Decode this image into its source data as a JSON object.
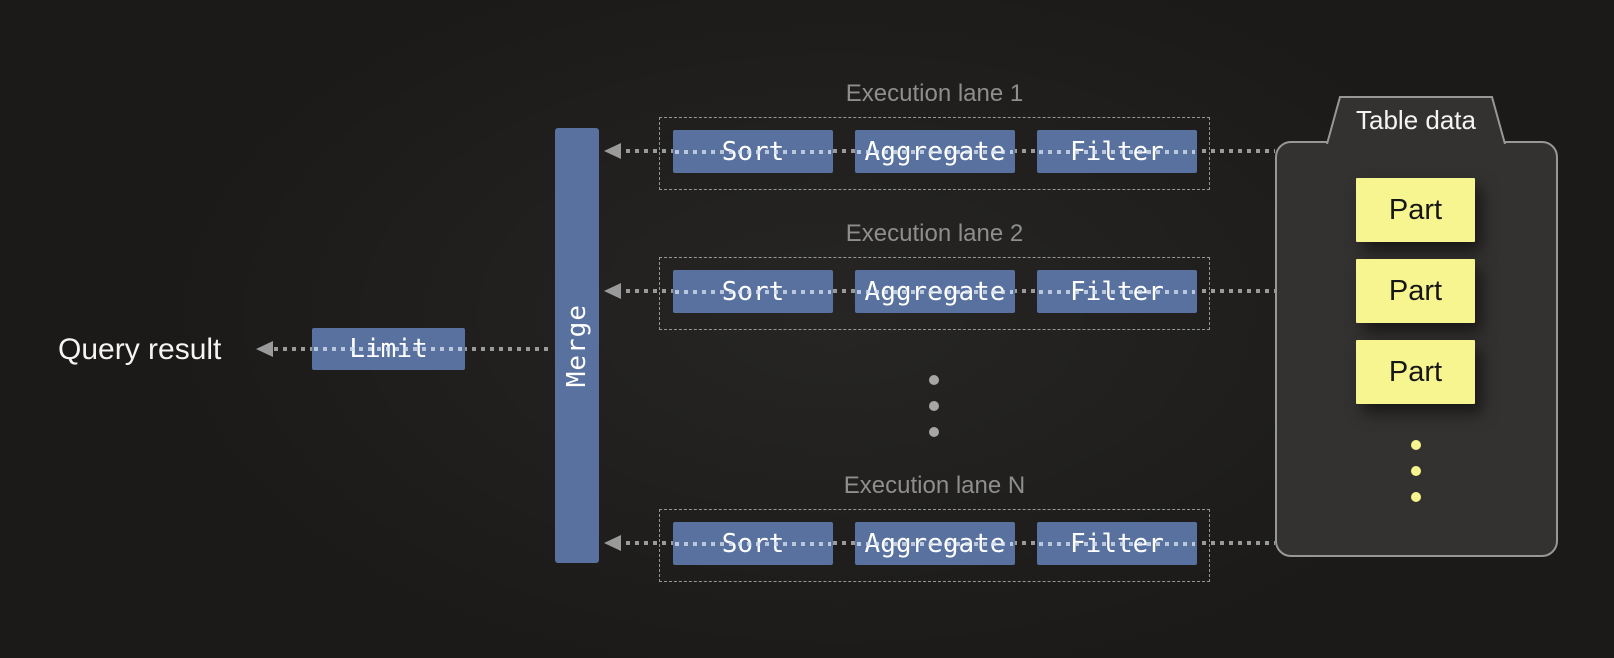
{
  "colors": {
    "bg": "#1b1a18",
    "accent": "#58719e",
    "yellow": "#f7f58f",
    "card-bg": "#343231",
    "card-border": "#979797",
    "line": "#9a9a9a",
    "title-gray": "#8e8e8e",
    "text": "#f4f4f4"
  },
  "query_result": {
    "label": "Query result"
  },
  "limit": {
    "label": "Limit"
  },
  "merge": {
    "label": "Merge"
  },
  "lanes": [
    {
      "title": "Execution lane 1",
      "operators": [
        "Sort",
        "Aggregate",
        "Filter"
      ]
    },
    {
      "title": "Execution lane 2",
      "operators": [
        "Sort",
        "Aggregate",
        "Filter"
      ]
    },
    {
      "title": "Execution lane N",
      "operators": [
        "Sort",
        "Aggregate",
        "Filter"
      ]
    }
  ],
  "table_data": {
    "title": "Table data",
    "parts": [
      "Part",
      "Part",
      "Part"
    ]
  }
}
